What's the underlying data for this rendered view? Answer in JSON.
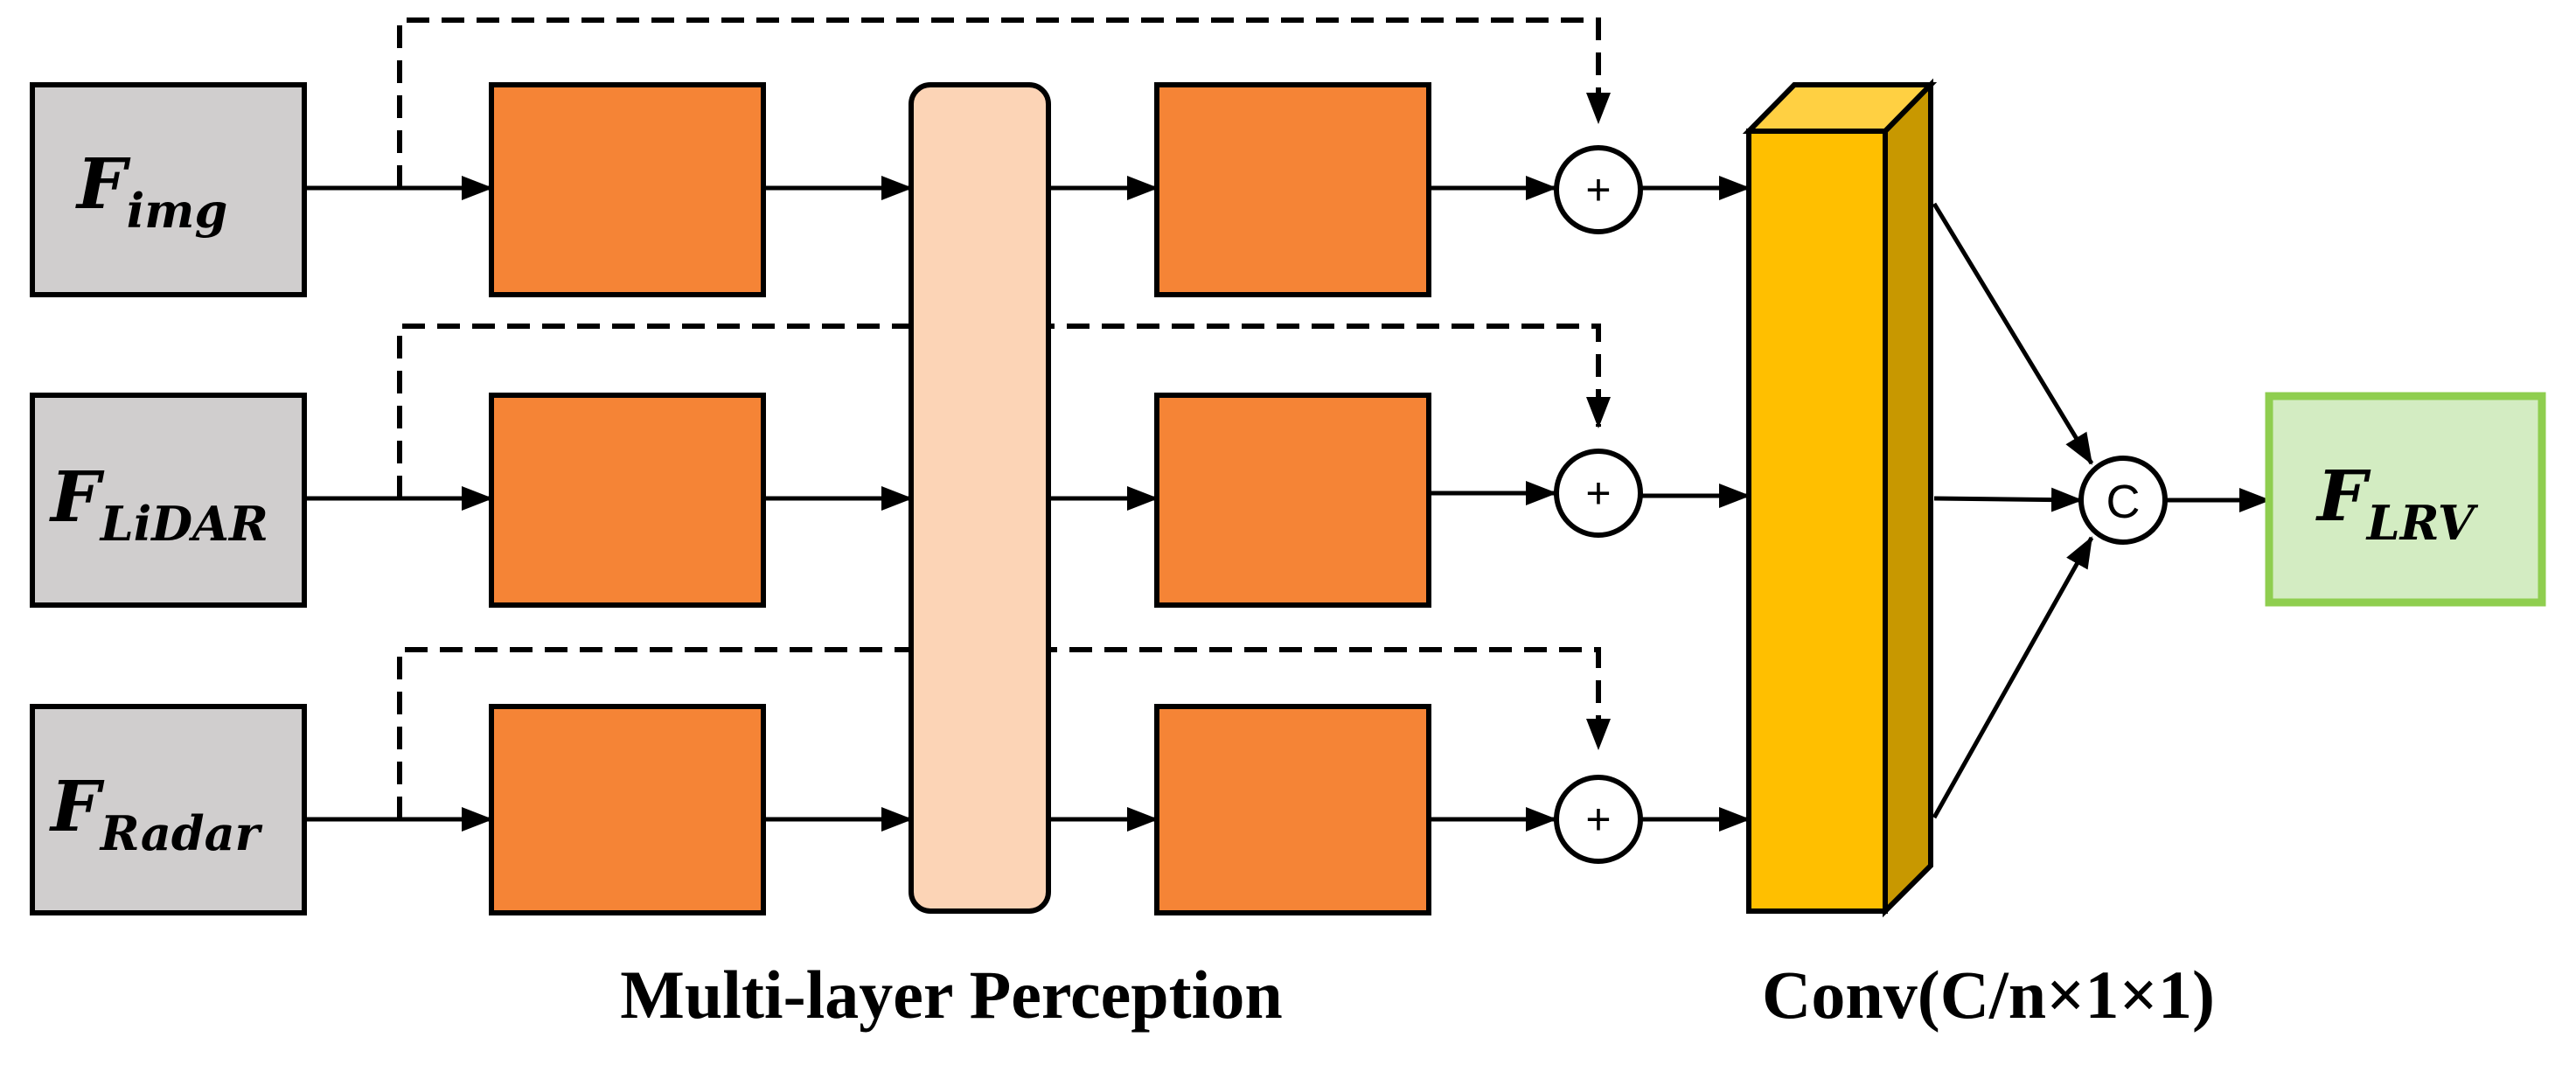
{
  "inputs": [
    {
      "base": "F",
      "sub": "img"
    },
    {
      "base": "F",
      "sub": "LiDAR"
    },
    {
      "base": "F",
      "sub": "Radar"
    }
  ],
  "output": {
    "base": "F",
    "sub": "LRV"
  },
  "operators": {
    "add": "+",
    "concat": "C"
  },
  "captions": {
    "mlp": "Multi-layer Perception",
    "conv": "Conv(C/n×1×1)"
  },
  "colors": {
    "input_fill": "#d0cece",
    "block_fill": "#f58436",
    "mlp_fill": "#fcd4b6",
    "conv_front": "#ffbf00",
    "conv_top": "#ffd042",
    "conv_side": "#c89800",
    "output_fill": "#d3ecc2",
    "output_border": "#8fce4f"
  }
}
